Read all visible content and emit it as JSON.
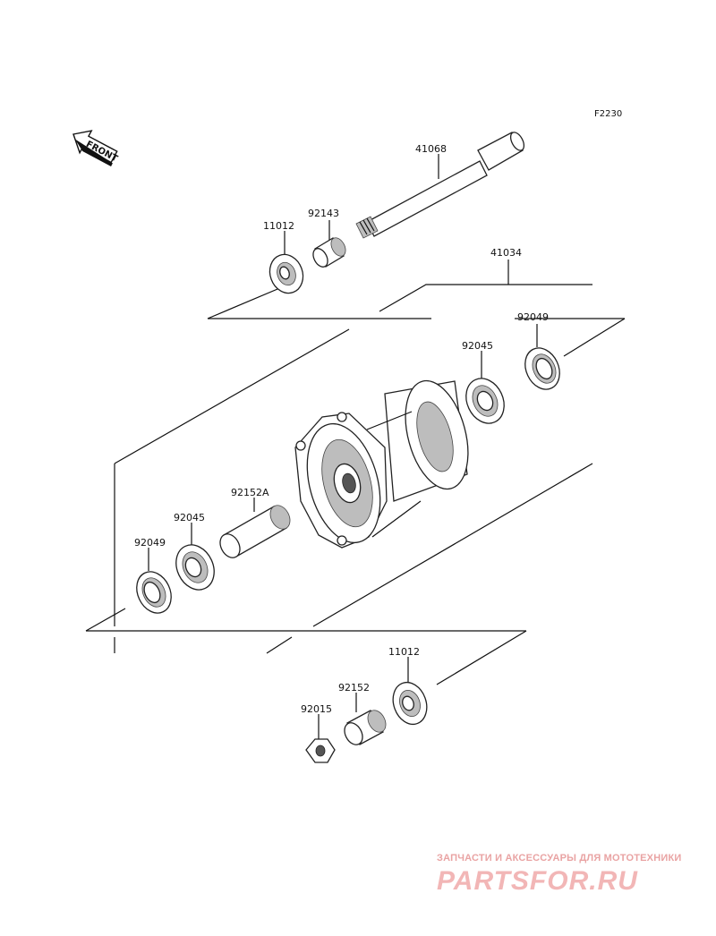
{
  "figure_code": "F2230",
  "front_arrow_label": "FRONT",
  "part_labels": {
    "axle": "41068",
    "hub": "41034",
    "collar_upper": "92143",
    "seal_upper_left": "11012",
    "seal_right": "92049",
    "bearing_right": "92045",
    "spacer": "92152A",
    "bearing_left": "92045",
    "seal_left": "92049",
    "seal_lower": "11012",
    "collar_lower": "92152",
    "nut": "92015"
  },
  "watermark": {
    "tagline": "ЗАПЧАСТИ И АКСЕССУАРЫ ДЛЯ МОТОТЕХНИКИ",
    "logo": "PARTSFOR.RU"
  }
}
